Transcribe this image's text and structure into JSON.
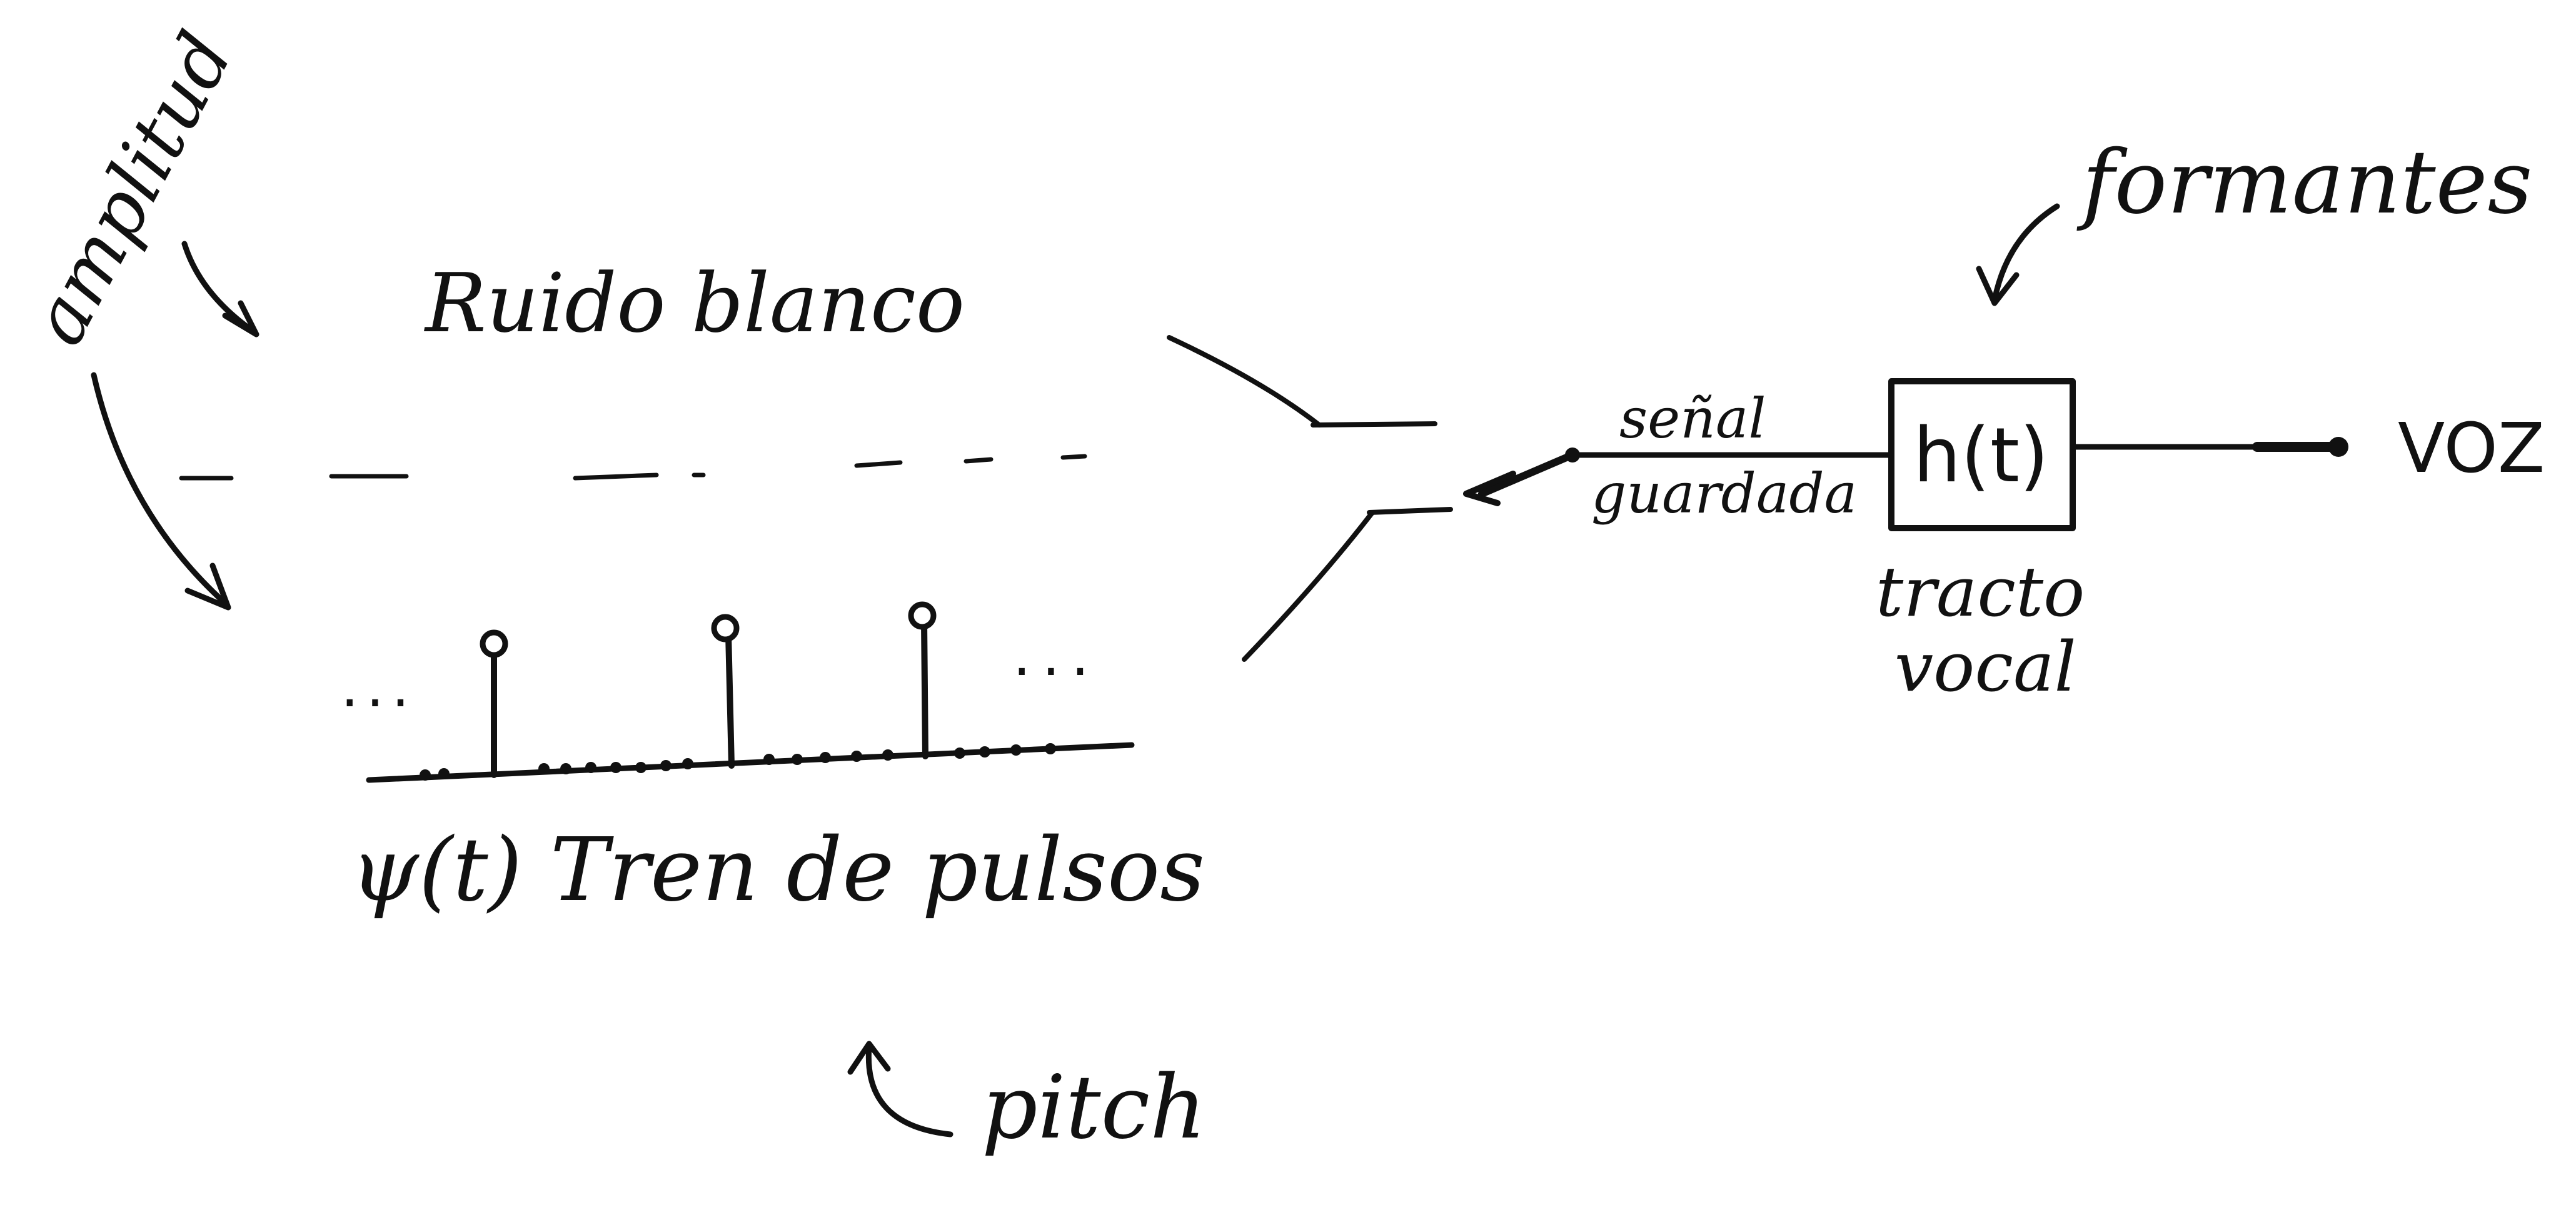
{
  "labels": {
    "amplitude": "amplitud",
    "white_noise": "Ruido blanco",
    "pulse_train": "ψ(t) Tren de pulsos",
    "pitch": "pitch",
    "formants": "formantes",
    "filtered_signal_line1": "señal",
    "filtered_signal_line2": "guardada",
    "filter": "h(t)",
    "vocal_tract_line1": "tracto",
    "vocal_tract_line2": "vocal",
    "output": "VOZ",
    "dots_left": "...",
    "dots_right": "..."
  },
  "colors": {
    "ink": "#111111",
    "paper": "#ffffff"
  }
}
